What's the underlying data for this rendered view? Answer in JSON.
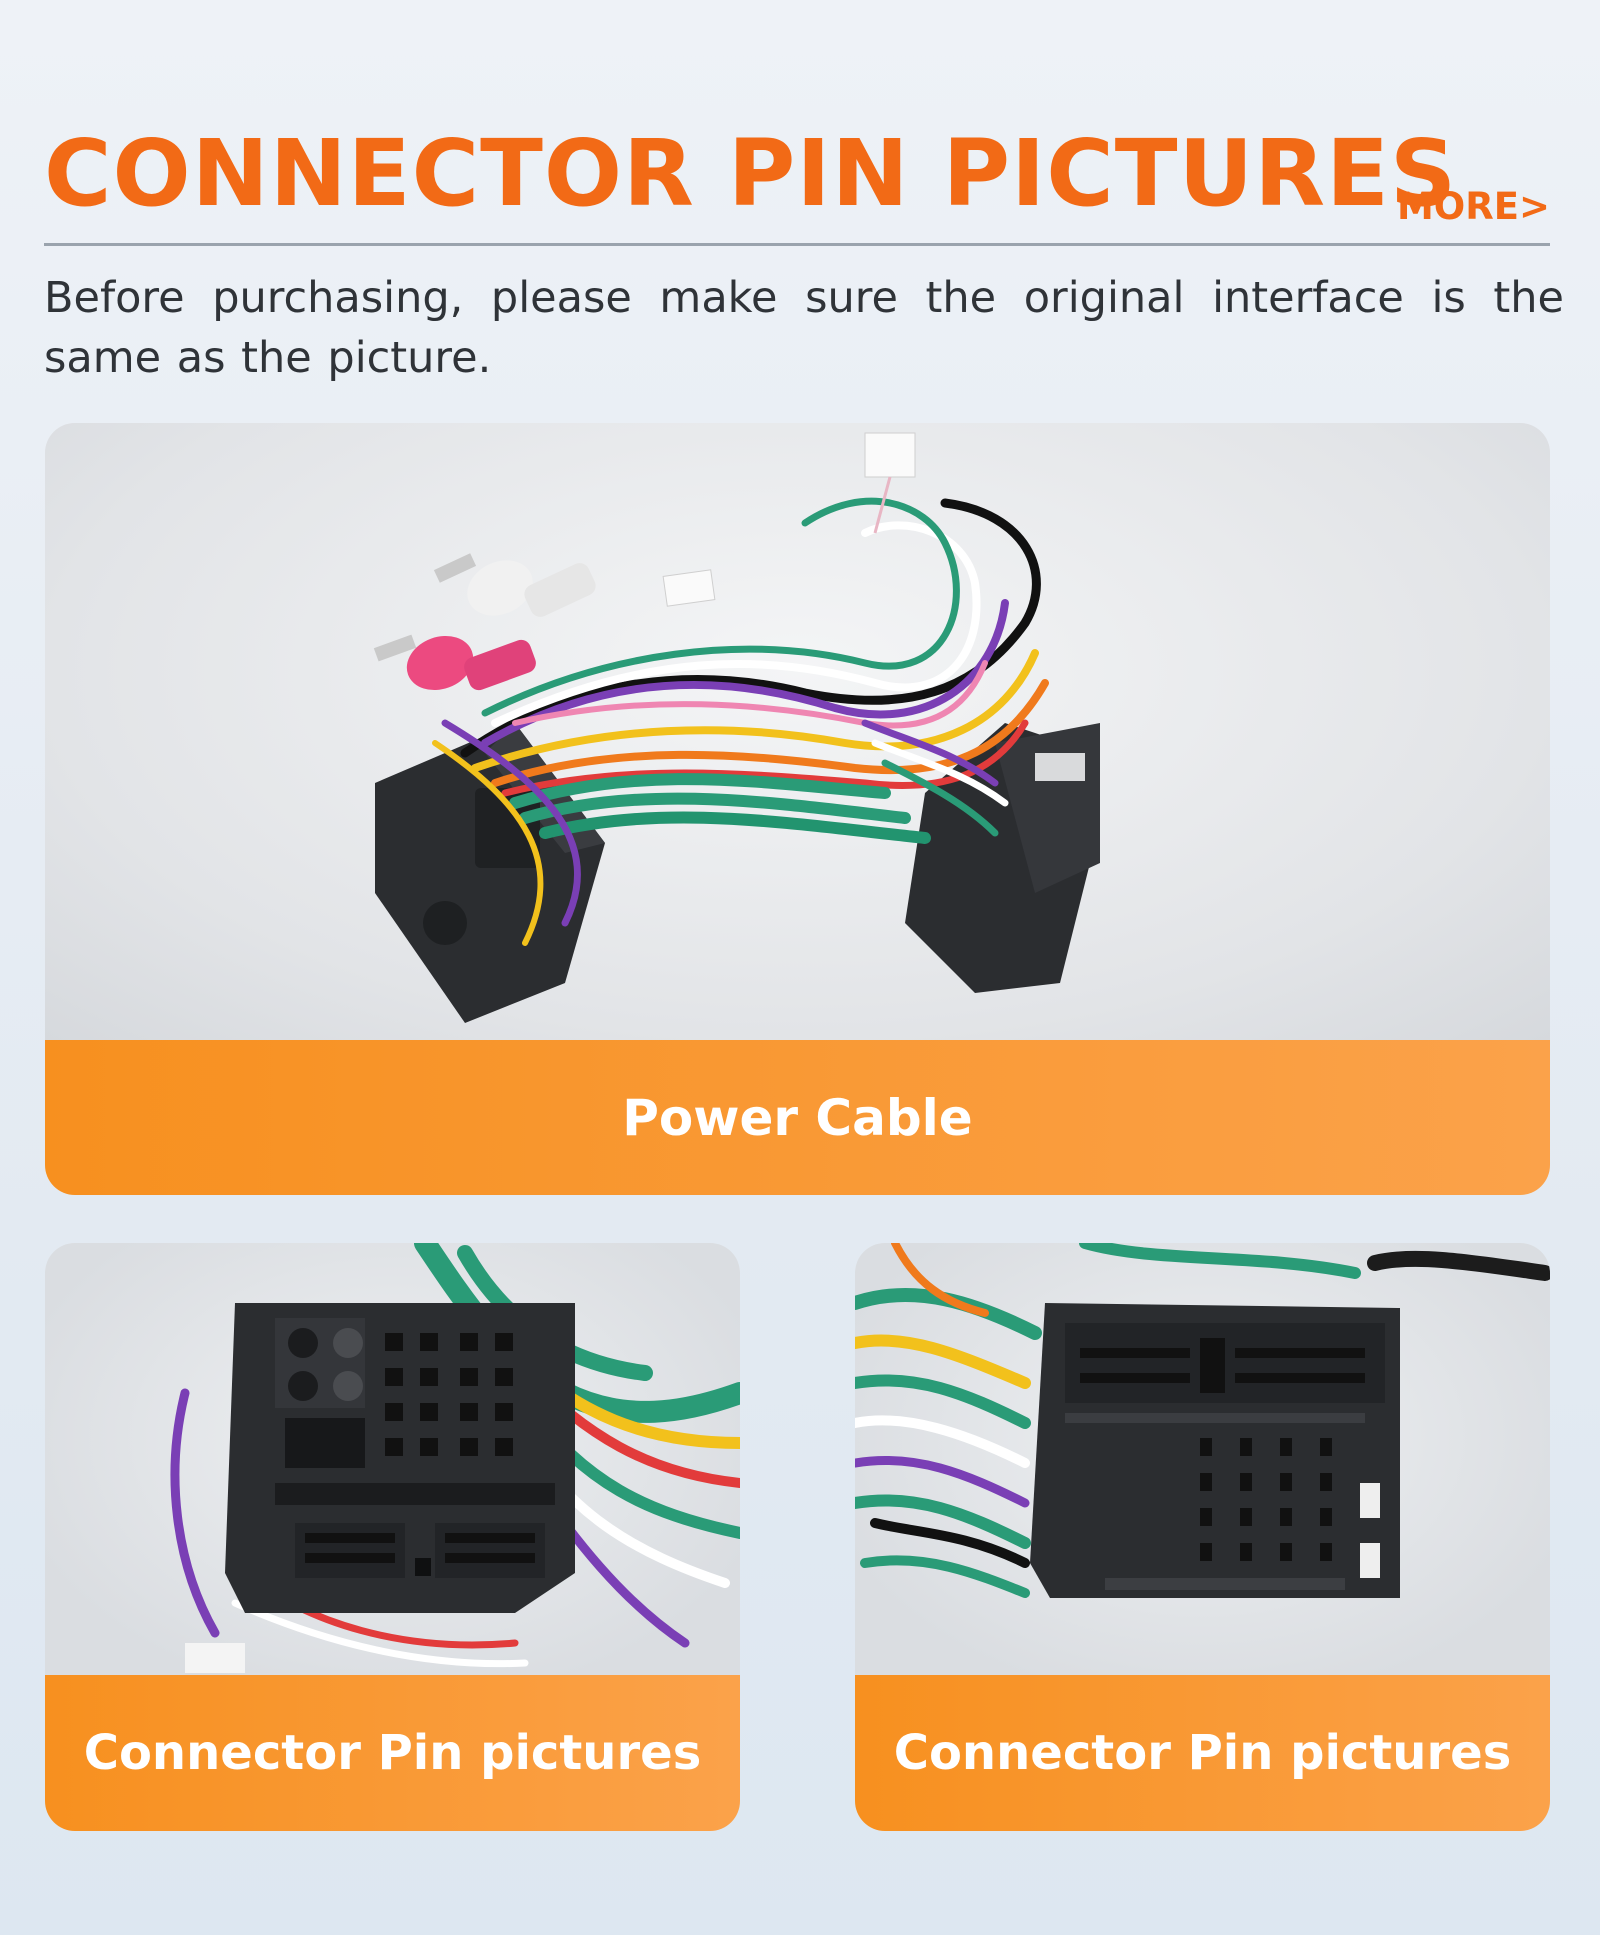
{
  "header": {
    "title": "CONNECTOR PIN PICTURES",
    "more_link": "MORE>",
    "subtitle": "Before purchasing, please make sure the original interface is the same as the picture."
  },
  "cards": [
    {
      "label": "Power Cable"
    },
    {
      "label": "Connector Pin pictures"
    },
    {
      "label": "Connector Pin pictures"
    }
  ],
  "colors": {
    "accent": "#f26a16",
    "label_bar_start": "#f7901f",
    "label_bar_end": "#fba24a",
    "rule": "#9aa3ad",
    "body_text": "#2f3338"
  }
}
